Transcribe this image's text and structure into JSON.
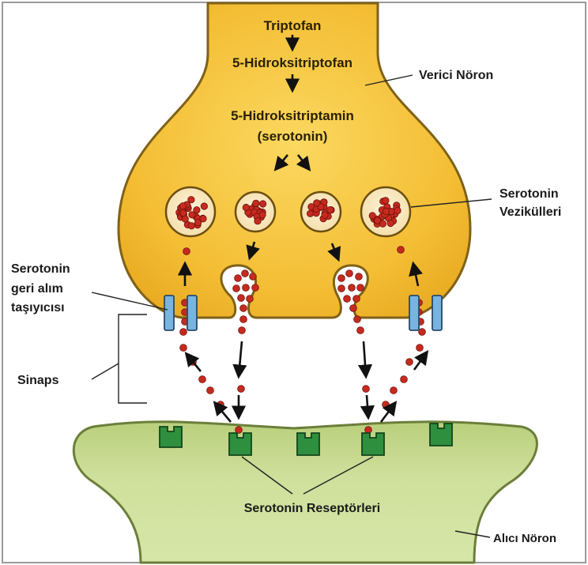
{
  "pathway": {
    "step1": "Triptofan",
    "step2": "5-Hidroksitriptofan",
    "step3_line1": "5-Hidroksitriptamin",
    "step3_line2": "(serotonin)"
  },
  "labels": {
    "presynaptic": "Verici Nöron",
    "vesicles_line1": "Serotonin",
    "vesicles_line2": "Vezikülleri",
    "reuptake_line1": "Serotonin",
    "reuptake_line2": "geri alım",
    "reuptake_line3": "taşıyıcısı",
    "synapse": "Sinaps",
    "receptors": "Serotonin Reseptörleri",
    "postsynaptic": "Alıcı Nöron"
  },
  "colors": {
    "presynaptic_fill": "#f6c33c",
    "presynaptic_edge": "#8a6a1a",
    "postsynaptic_fill": "#c9dc94",
    "serotonin": "#c62a1f",
    "receptor": "#2e8f3e",
    "transporter": "#78b4e0"
  }
}
